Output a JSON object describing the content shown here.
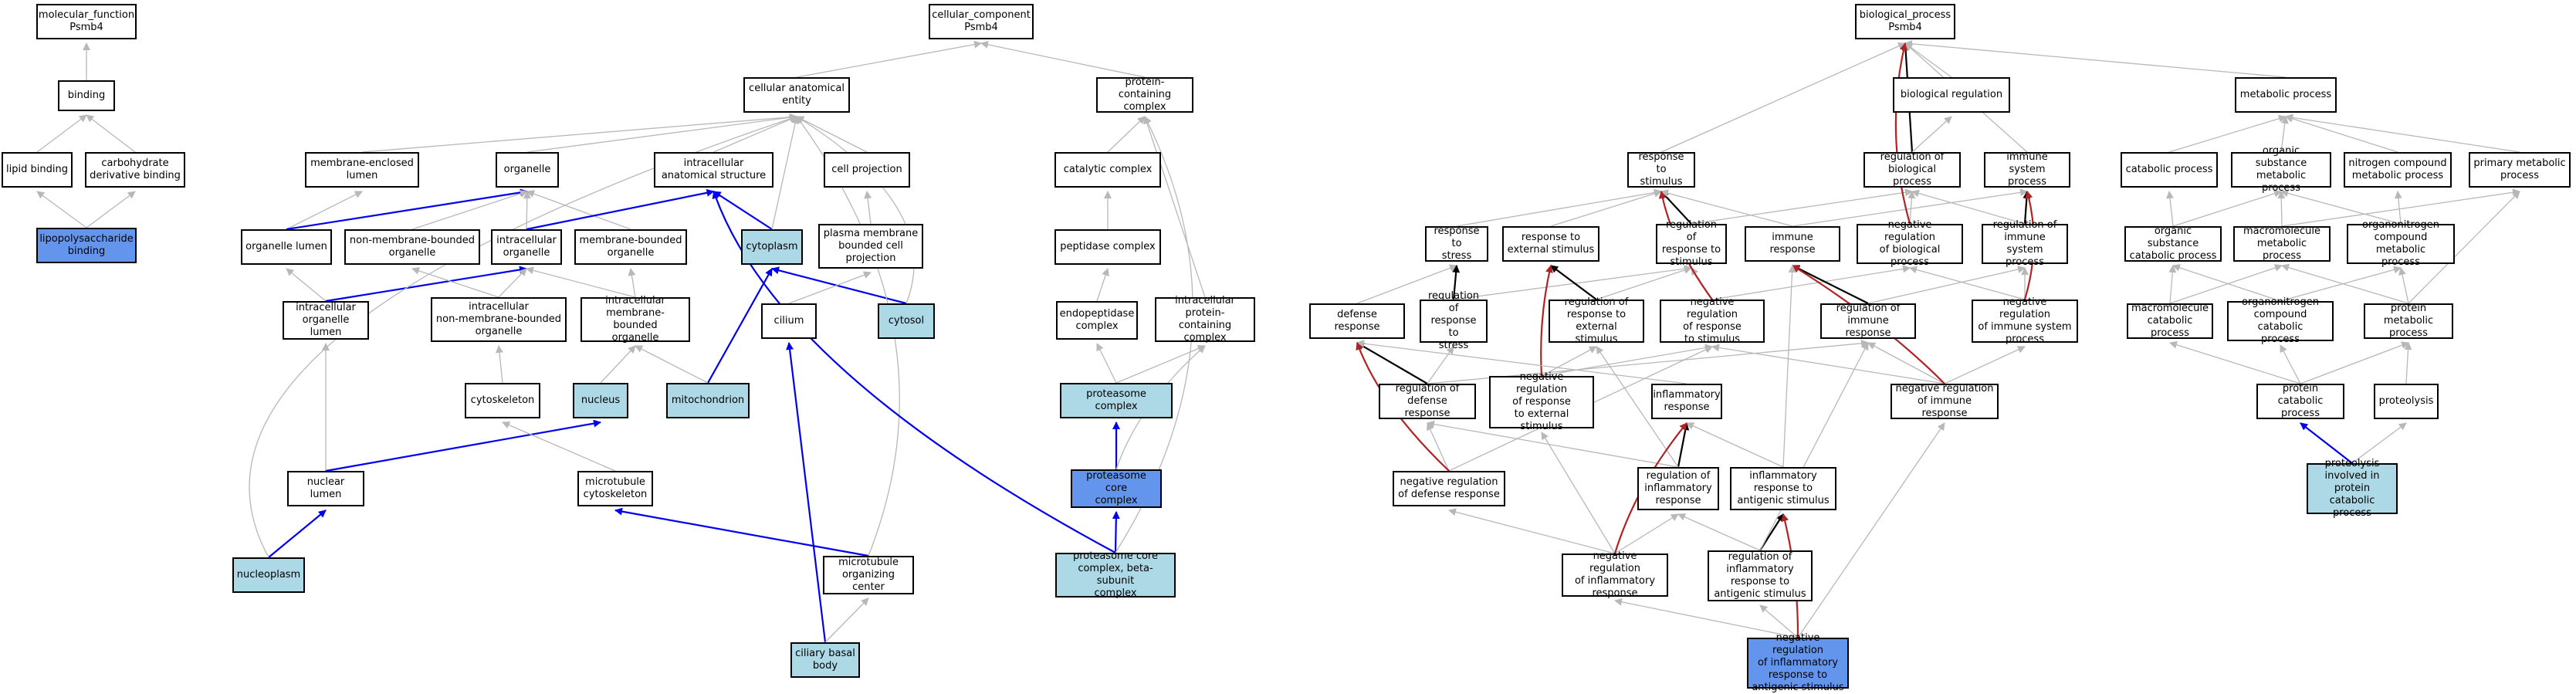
{
  "colors": {
    "gray_edge": "#b8b8b8",
    "black_edge": "#000000",
    "blue_edge": "#0000ee",
    "red_edge": "#b22222",
    "light_fill": "#add8e6",
    "blue_fill": "#6495ed"
  },
  "nodes": {
    "mf": "molecular_function\nPsmb4",
    "binding": "binding",
    "lipid_binding": "lipid binding",
    "carb_binding": "carbohydrate\nderivative binding",
    "lps_binding": "lipopolysaccharide\nbinding",
    "cc": "cellular_component\nPsmb4",
    "cae": "cellular anatomical\nentity",
    "pcc": "protein-containing\ncomplex",
    "mel": "membrane-enclosed\nlumen",
    "organelle": "organelle",
    "ias": "intracellular\nanatomical structure",
    "cellproj": "cell projection",
    "catcomplex": "catalytic complex",
    "orglumen": "organelle lumen",
    "nmbo": "non-membrane-bounded\norganelle",
    "intorg": "intracellular\norganelle",
    "mbo": "membrane-bounded\norganelle",
    "cytoplasm": "cytoplasm",
    "pmbcp": "plasma membrane\nbounded cell\nprojection",
    "peptcomplex": "peptidase complex",
    "iol": "intracellular\norganelle lumen",
    "inmbo": "intracellular\nnon-membrane-bounded\norganelle",
    "imbo": "intracellular\nmembrane-bounded\norganelle",
    "cilium": "cilium",
    "cytosol": "cytosol",
    "endocomplex": "endopeptidase\ncomplex",
    "ipcc": "intracellular\nprotein-containing\ncomplex",
    "cytoskeleton": "cytoskeleton",
    "nucleus": "nucleus",
    "mito": "mitochondrion",
    "proteasome": "proteasome complex",
    "nuclumen": "nuclear lumen",
    "mtcyto": "microtubule\ncytoskeleton",
    "pcore": "proteasome core\ncomplex",
    "nucleoplasm": "nucleoplasm",
    "mtoc": "microtubule\norganizing center",
    "pcorebeta": "proteasome core\ncomplex, beta-subunit\ncomplex",
    "cbb": "ciliary basal\nbody",
    "bp": "biological_process\nPsmb4",
    "bioreg": "biological regulation",
    "metab": "metabolic process",
    "rts": "response to\nstimulus",
    "regbp": "regulation of\nbiological process",
    "isp": "immune system\nprocess",
    "catab": "catabolic process",
    "osmp": "organic substance\nmetabolic process",
    "ncmp": "nitrogen compound\nmetabolic process",
    "pmp": "primary metabolic\nprocess",
    "rtstress": "response to\nstress",
    "rtes": "response to\nexternal stimulus",
    "regrts": "regulation of\nresponse to\nstimulus",
    "immresp": "immune response",
    "negregbp": "negative regulation\nof biological\nprocess",
    "regisp": "regulation of\nimmune system\nprocess",
    "oscp": "organic substance\ncatabolic process",
    "mmp": "macromolecule\nmetabolic process",
    "ocmp": "organonitrogen\ncompound metabolic\nprocess",
    "defresp": "defense response",
    "regrtstress": "regulation of\nresponse to\nstress",
    "regrtes": "regulation of\nresponse to\nexternal stimulus",
    "negregrts": "negative regulation\nof response\nto stimulus",
    "regimmresp": "regulation of\nimmune response",
    "negregisp": "negative regulation\nof immune system\nprocess",
    "mcp": "macromolecule\ncatabolic process",
    "occp": "organonitrogen\ncompound catabolic\nprocess",
    "protmp": "protein metabolic\nprocess",
    "regdefresp": "regulation of\ndefense response",
    "negregrtes": "negative regulation\nof response\nto external\nstimulus",
    "inflresp": "inflammatory\nresponse",
    "negregimmresp": "negative regulation\nof immune response",
    "protcatab": "protein catabolic\nprocess",
    "proteolysis": "proteolysis",
    "negregdefresp": "negative regulation\nof defense response",
    "reginflresp": "regulation of\ninflammatory\nresponse",
    "irtas": "inflammatory\nresponse to\nantigenic stimulus",
    "pipcp": "proteolysis\ninvolved in\nprotein catabolic\nprocess",
    "negreginflresp": "negative regulation\nof inflammatory\nresponse",
    "regirtas": "regulation of\ninflammatory\nresponse to\nantigenic stimulus",
    "negregirtas": "negative regulation\nof inflammatory\nresponse to\nantigenic stimulus"
  }
}
